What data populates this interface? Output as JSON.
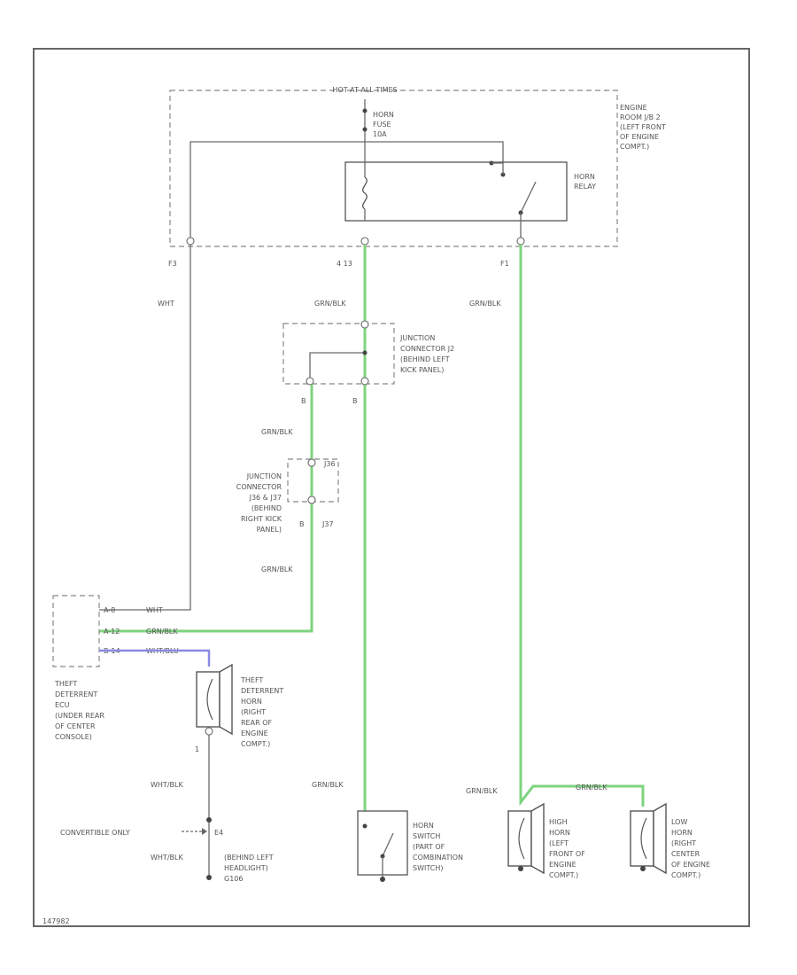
{
  "colors": {
    "green_wire": "#7ed37e",
    "blue_wire": "#8a8ae6"
  },
  "labels": {
    "hot_at_all_times": "HOT AT ALL TIMES",
    "engine_jb": [
      "ENGINE",
      "ROOM J/B 2",
      "(LEFT FRONT",
      "OF ENGINE",
      "COMPT.)"
    ],
    "horn_fuse": [
      "HORN",
      "FUSE",
      "10A"
    ],
    "horn_relay": [
      "HORN",
      "RELAY"
    ],
    "pin_f3": "F3",
    "pin_4_13": "4 13",
    "pin_f1": "F1",
    "wht_1": "WHT",
    "grnblk_1": "GRN/BLK",
    "grnblk_2": "GRN/BLK",
    "junction_j2": [
      "JUNCTION",
      "CONNECTOR J2",
      "(BEHIND LEFT",
      "KICK PANEL)"
    ],
    "pin_b_left": "B",
    "pin_b_right": "B",
    "grnblk_3": "GRN/BLK",
    "junction_j36": [
      "JUNCTION",
      "CONNECTOR",
      "J36 & J37",
      "(BEHIND",
      "RIGHT KICK",
      "PANEL)"
    ],
    "pin_j36": "J36",
    "pin_b_j37": "B",
    "pin_j37": "J37",
    "grnblk_4": "GRN/BLK",
    "ecu_pin_1": "A-8",
    "ecu_pin_2": "A-12",
    "ecu_pin_3": "B-14",
    "wht_2": "WHT",
    "grnblk_5": "GRN/BLK",
    "whtblu": "WHT/BLU",
    "theft_ecu": [
      "THEFT",
      "DETERRENT",
      "ECU",
      "(UNDER REAR",
      "OF CENTER",
      "CONSOLE)"
    ],
    "theft_horn": [
      "THEFT",
      "DETERRENT",
      "HORN",
      "(RIGHT",
      "REAR OF",
      "ENGINE",
      "COMPT.)"
    ],
    "pin_1": "1",
    "whtblk_1": "WHT/BLK",
    "convertible_only": "CONVERTIBLE ONLY",
    "e4": "E4",
    "whtblk_2": "WHT/BLK",
    "ground_location": [
      "(BEHIND LEFT",
      "HEADLIGHT)",
      "G106"
    ],
    "grnblk_6": "GRN/BLK",
    "horn_switch": [
      "HORN",
      "SWITCH",
      "(PART OF",
      "COMBINATION",
      "SWITCH)"
    ],
    "grnblk_7": "GRN/BLK",
    "grnblk_8": "GRN/BLK",
    "high_horn": [
      "HIGH",
      "HORN",
      "(LEFT",
      "FRONT OF",
      "ENGINE",
      "COMPT.)"
    ],
    "low_horn": [
      "LOW",
      "HORN",
      "(RIGHT",
      "CENTER",
      "OF ENGINE",
      "COMPT.)"
    ],
    "diagram_id": "147982"
  }
}
